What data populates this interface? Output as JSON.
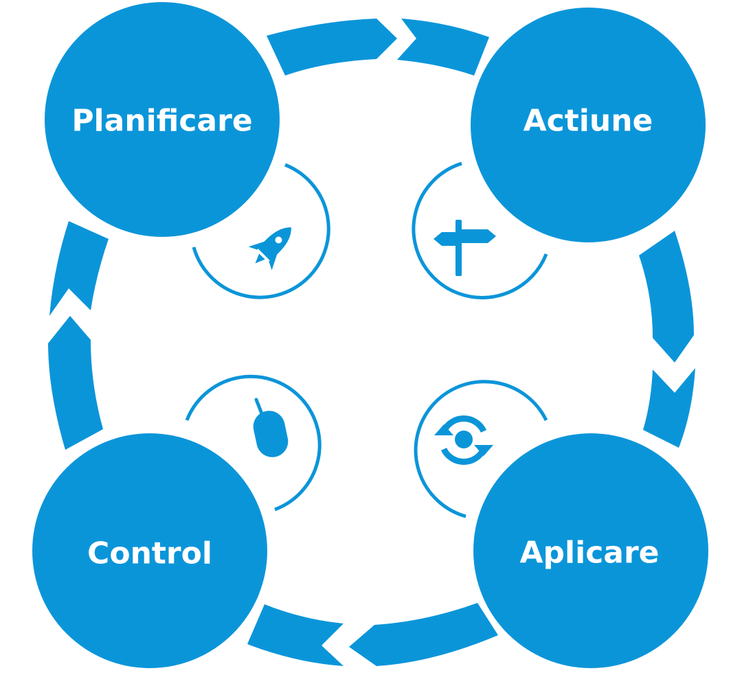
{
  "colors": {
    "primary": "#0b95d9",
    "background": "#ffffff"
  },
  "stages": [
    {
      "key": "planificare",
      "label": "Planificare",
      "icon": "rocket-icon"
    },
    {
      "key": "actiune",
      "label": "Actiune",
      "icon": "signpost-icon"
    },
    {
      "key": "aplicare",
      "label": "Aplicare",
      "icon": "target-sync-icon"
    },
    {
      "key": "control",
      "label": "Control",
      "icon": "mouse-icon"
    }
  ],
  "flow_direction": "clockwise"
}
